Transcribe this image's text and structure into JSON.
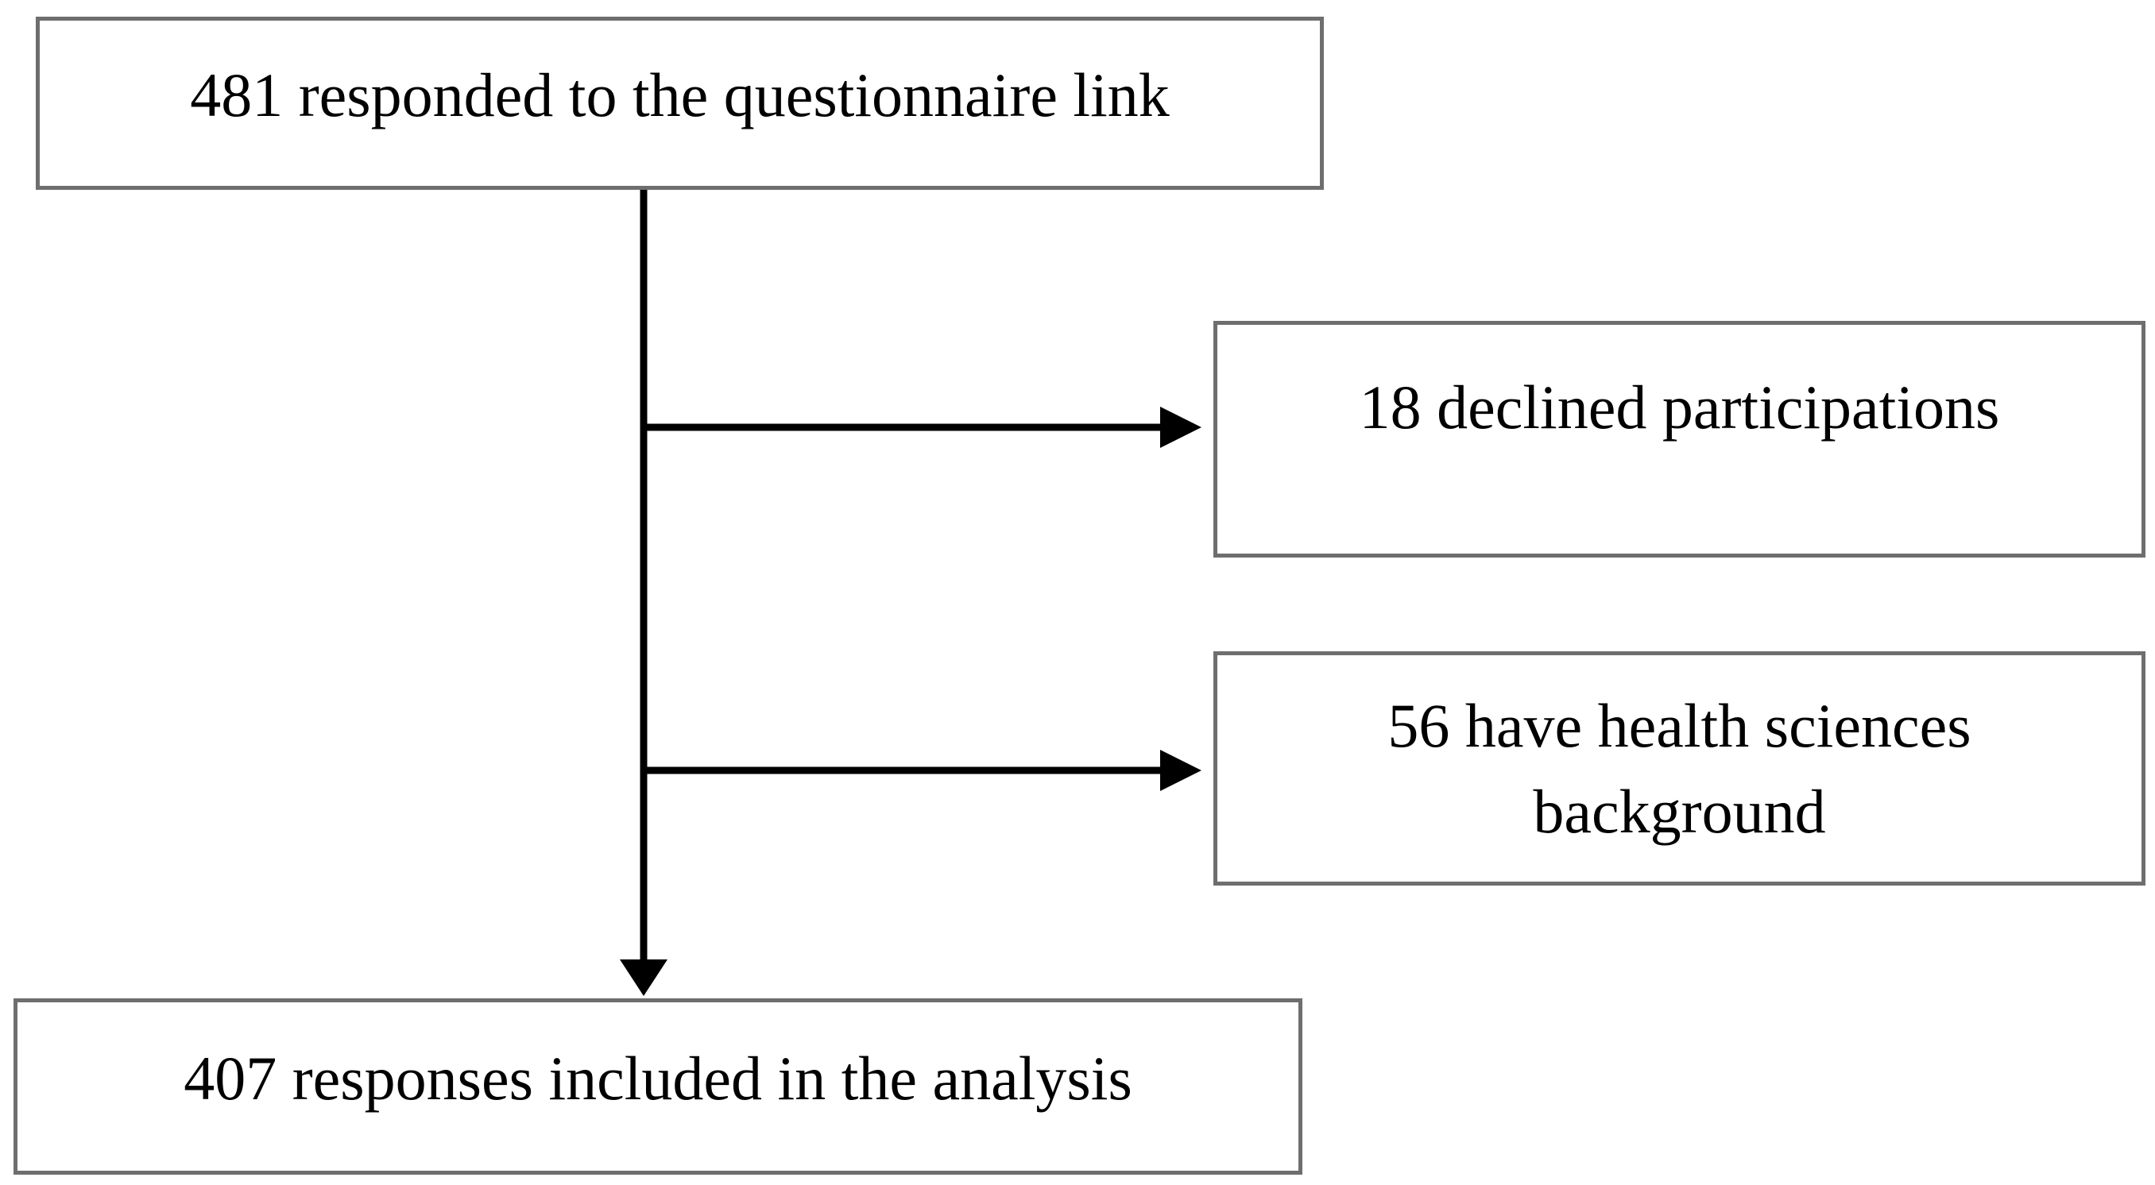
{
  "flowchart": {
    "start": {
      "label": "481 responded to the questionnaire link"
    },
    "excluded": [
      {
        "label": "18 declined participations"
      },
      {
        "label": "56 have health sciences background"
      }
    ],
    "final": {
      "label": "407 responses included in the analysis"
    }
  },
  "colors": {
    "box_border": "#6e6e6e",
    "arrow": "#000000",
    "text": "#000000",
    "background": "#ffffff"
  }
}
